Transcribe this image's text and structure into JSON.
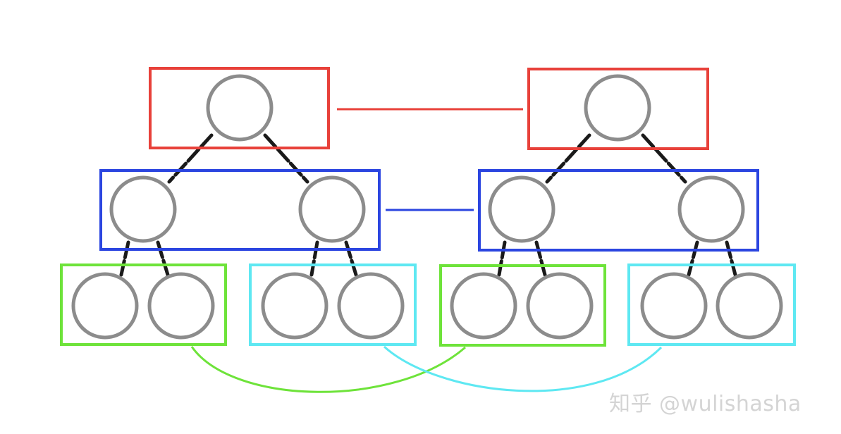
{
  "diagram": {
    "trees": 2,
    "levels": 3,
    "colors": {
      "root_level": "#e8413a",
      "middle_level": "#2b45e0",
      "leaf_group_a": "#6ee33a",
      "leaf_group_b": "#5ee8f2",
      "node_outline": "#8c8c8c",
      "tree_edge": "#1a1a1a"
    },
    "connections": [
      {
        "from": "left-root-group",
        "to": "right-root-group",
        "color": "#e8413a"
      },
      {
        "from": "left-middle-group",
        "to": "right-middle-group",
        "color": "#2b45e0"
      },
      {
        "from": "left-leaf-group-a",
        "to": "right-leaf-group-a",
        "color": "#6ee33a"
      },
      {
        "from": "left-leaf-group-b",
        "to": "right-leaf-group-b",
        "color": "#5ee8f2"
      }
    ]
  },
  "watermark": {
    "text": "知乎 @wulishasha"
  }
}
